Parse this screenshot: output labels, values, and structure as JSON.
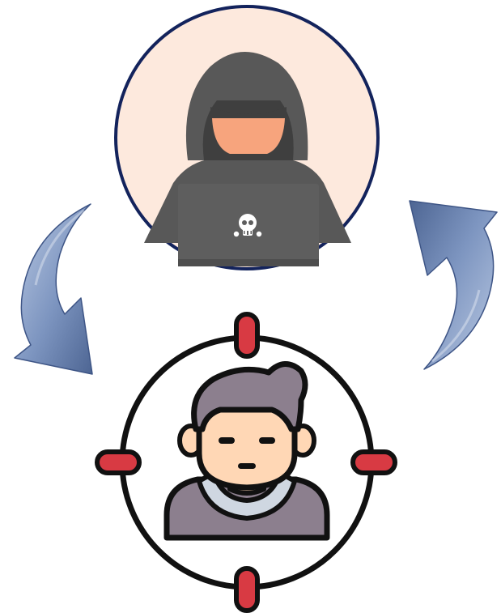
{
  "diagram": {
    "nodes": [
      {
        "id": "attacker",
        "icon": "hacker-with-laptop-icon",
        "badge_icon": "skull-icon"
      },
      {
        "id": "victim",
        "icon": "targeted-person-icon",
        "frame_icon": "crosshair-icon"
      }
    ],
    "edges": [
      {
        "from": "attacker",
        "to": "victim",
        "icon": "curved-arrow-down-icon"
      },
      {
        "from": "victim",
        "to": "attacker",
        "icon": "curved-arrow-up-icon"
      }
    ]
  },
  "colors": {
    "attacker_circle_fill": "#fde9dd",
    "attacker_circle_border": "#13235c",
    "hood": "#585858",
    "hood_dark": "#3f3f3f",
    "skin": "#f7a47d",
    "laptop": "#5e5e5e",
    "skull": "#ffffff",
    "arrow_light": "#9fb4d6",
    "arrow_mid": "#7892bd",
    "arrow_dark": "#4d6593",
    "crosshair_ring": "#111111",
    "crosshair_ticks": "#d83a43",
    "victim_hair": "#8c7f8e",
    "victim_skin": "#ffd7b5",
    "victim_shirt": "#8c7f8e",
    "victim_collar": "#cfd7e1"
  }
}
